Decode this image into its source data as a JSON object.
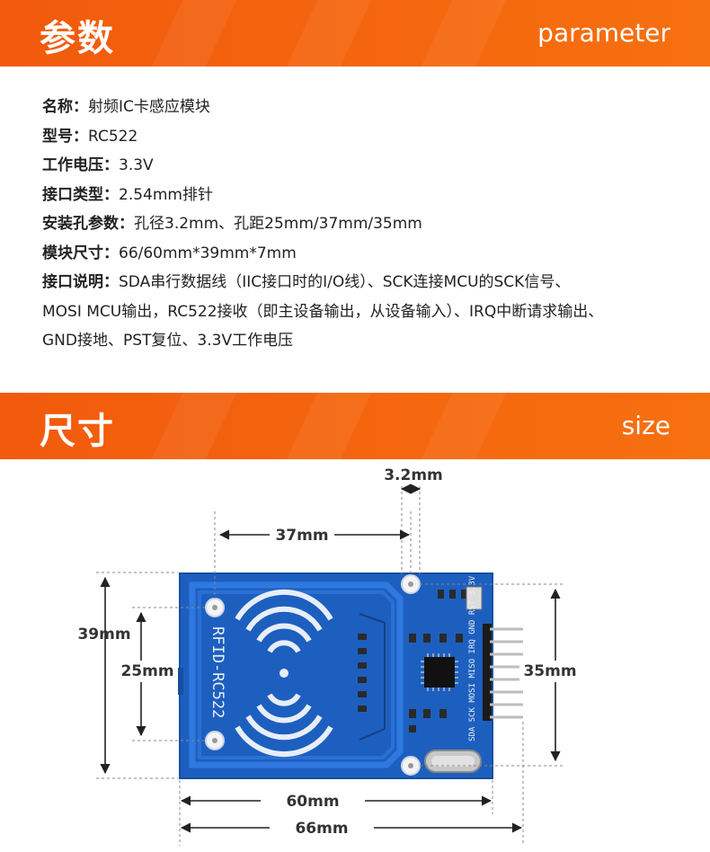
{
  "section1": {
    "title": "参数",
    "subtitle": "parameter"
  },
  "params": [
    {
      "key": "名称：",
      "value": "射频IC卡感应模块"
    },
    {
      "key": "型号：",
      "value": "RC522"
    },
    {
      "key": "工作电压：",
      "value": "3.3V"
    },
    {
      "key": "接口类型：",
      "value": "2.54mm排针"
    },
    {
      "key": "安装孔参数：",
      "value": "孔径3.2mm、孔距25mm/37mm/35mm"
    },
    {
      "key": "模块尺寸：",
      "value": "66/60mm*39mm*7mm"
    },
    {
      "key": "接口说明：",
      "value": "SDA串行数据线（IIC接口时的I/O线）、SCK连接MCU的SCK信号、",
      "cont": [
        "MOSI MCU输出，RC522接收（即主设备输出，从设备输入）、IRQ中断请求输出、",
        "GND接地、PST复位、3.3V工作电压"
      ]
    }
  ],
  "section2": {
    "title": "尺寸",
    "subtitle": "size"
  },
  "dimensions": {
    "hole": "3.2mm",
    "hole_spacing": "37mm",
    "height": "39mm",
    "hole_vertical": "25mm",
    "right_hole_vertical": "35mm",
    "pcb_width": "60mm",
    "total_width": "66mm"
  },
  "board": {
    "label": "RFID-RC522",
    "pins": "SDA SCK MOSI MISO IRQ GND RST 3.3V",
    "colors": {
      "pcb": "#1d5fbf",
      "edge": "#164f9f",
      "silk": "#e8eef8",
      "accent": "#f25a0d"
    }
  }
}
